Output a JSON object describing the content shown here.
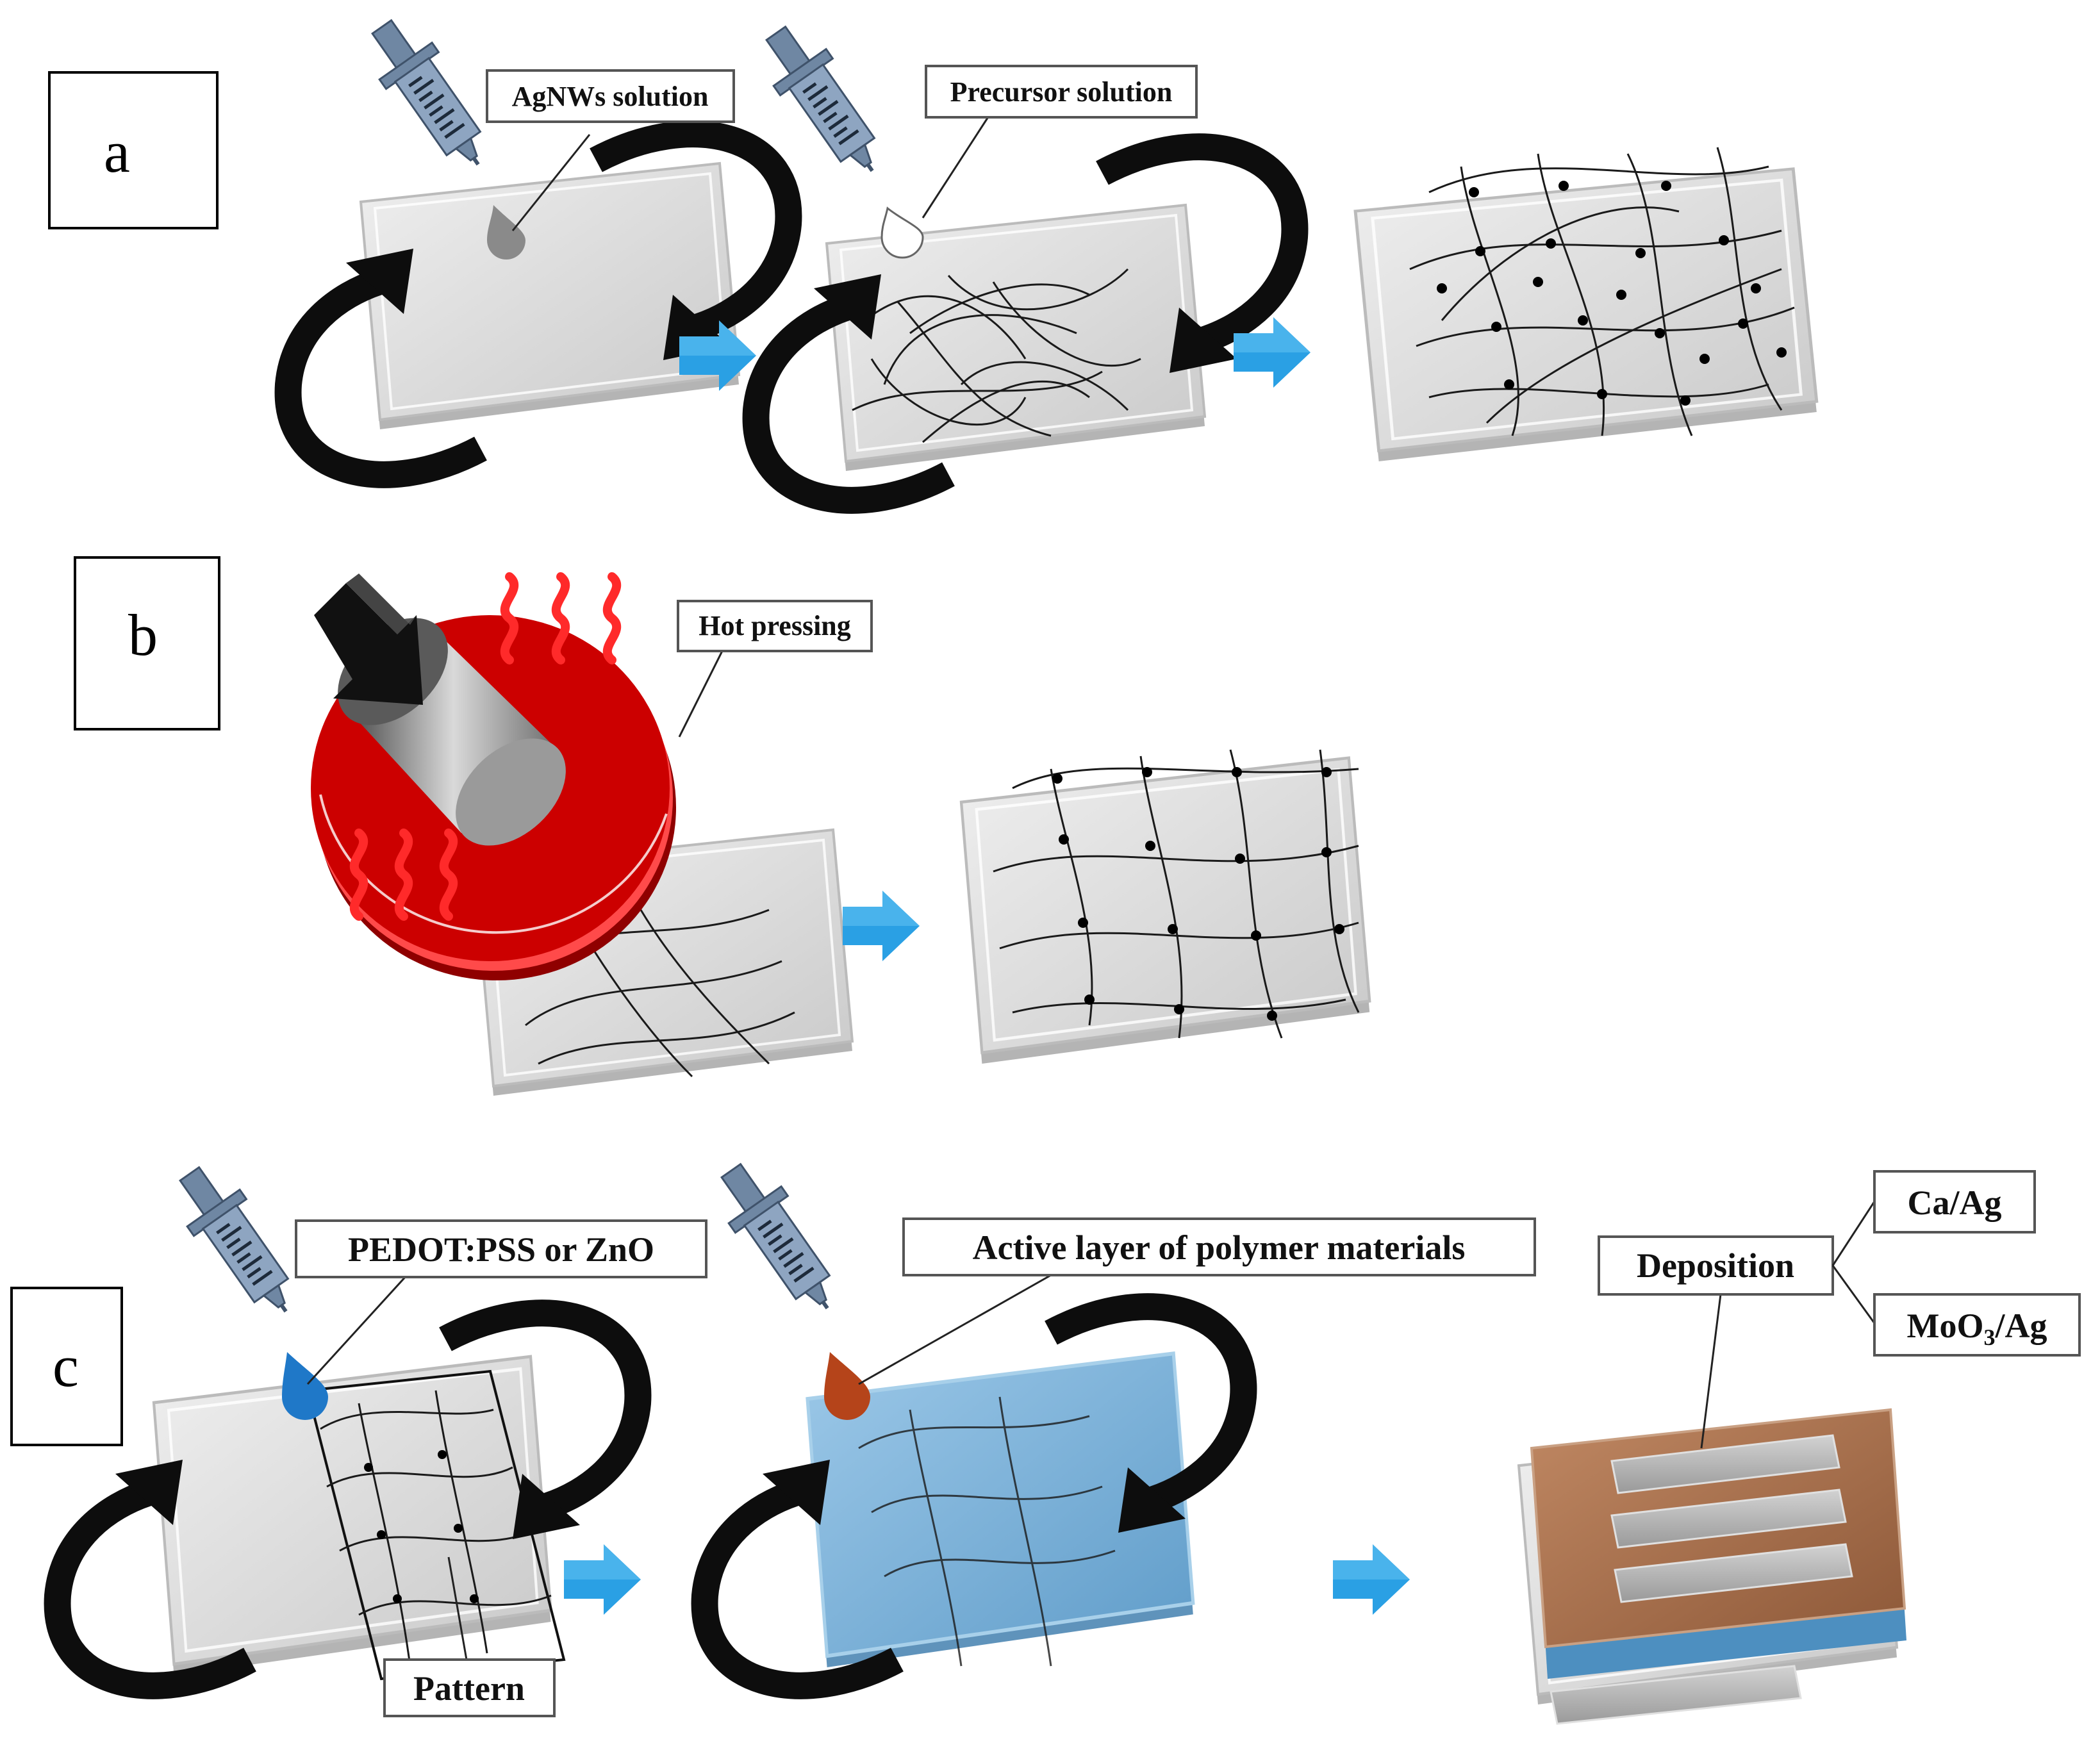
{
  "panels": [
    {
      "id": "a",
      "letter": "a"
    },
    {
      "id": "b",
      "letter": "b"
    },
    {
      "id": "c",
      "letter": "c"
    }
  ],
  "labels": {
    "agnws_solution": "AgNWs solution",
    "precursor_solution": "Precursor solution",
    "hot_pressing": "Hot pressing",
    "pedot_pss_or_zno": "PEDOT:PSS or ZnO",
    "pattern": "Pattern",
    "active_layer": "Active layer of polymer materials",
    "deposition": "Deposition",
    "ca_ag": "Ca/Ag",
    "moo3_ag_main": "MoO",
    "moo3_ag_sub": "3",
    "moo3_ag_tail": "/Ag"
  },
  "colors": {
    "substrate": "#d6d6d6",
    "nanowire": "#1a1a1a",
    "flow_arrow": "#2aa0e4",
    "spin_arrow": "#0d0d0d",
    "syringe": "#7f97b3",
    "hot_press": "#cc0000",
    "pedot_drop": "#1f78c8",
    "active_drop": "#b5441a",
    "active_layer": "#7fb6dc",
    "deposition_layer": "#a86a44"
  },
  "icons": [
    "syringe-icon",
    "spin-arrow-icon",
    "flow-arrow-icon",
    "heat-wave-icon",
    "press-arrow-icon",
    "droplet-icon"
  ]
}
